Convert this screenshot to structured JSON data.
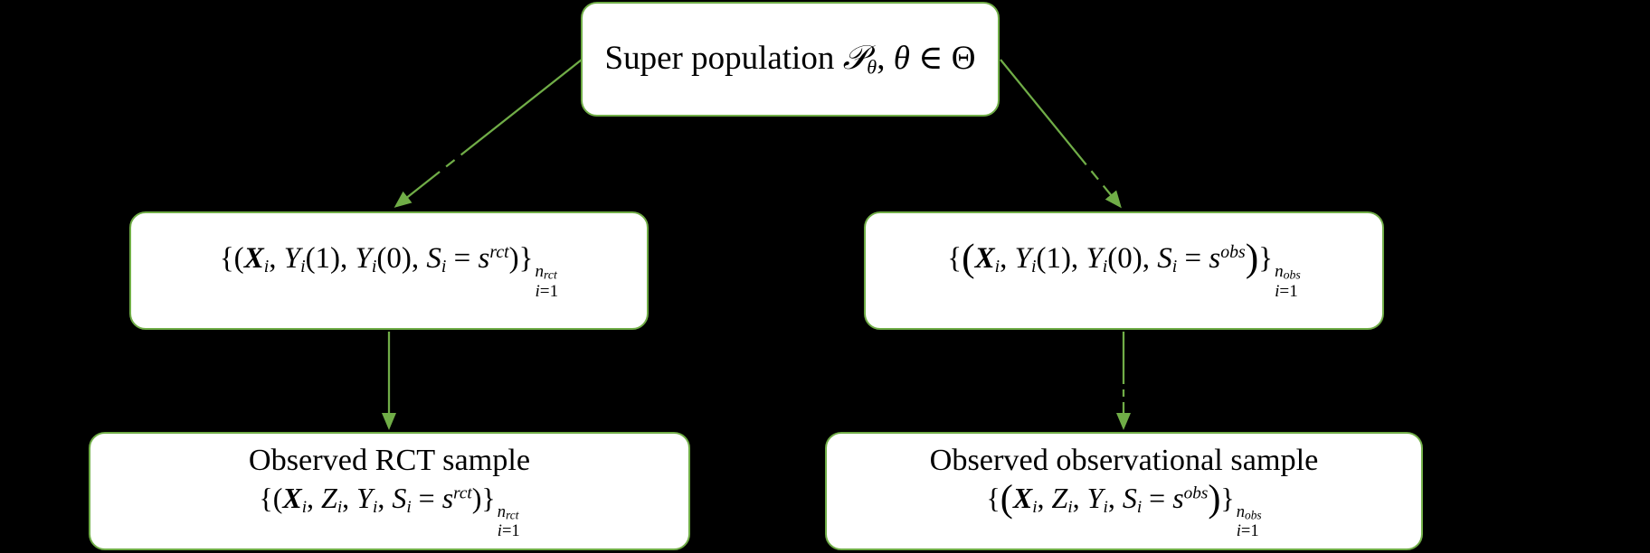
{
  "theme": {
    "background": "#000000",
    "box_fill": "#ffffff",
    "green": "#70AD47",
    "text": "#000000"
  },
  "nodes": {
    "super_population": {
      "math": [
        {
          "t": "Super population ",
          "s": "up"
        },
        {
          "t": "𝒫",
          "s": "it"
        },
        {
          "t": "θ",
          "s": "it",
          "m": "sub"
        },
        {
          "t": ", ",
          "s": "up"
        },
        {
          "t": "θ",
          "s": "it"
        },
        {
          "t": " ∈ ",
          "s": "up"
        },
        {
          "t": "Θ",
          "s": "up"
        }
      ]
    },
    "rct_sample": {
      "math": [
        {
          "t": "{(",
          "s": "up"
        },
        {
          "t": "X",
          "s": "bi"
        },
        {
          "t": "i",
          "s": "it",
          "m": "sub"
        },
        {
          "t": ", ",
          "s": "up"
        },
        {
          "t": "Y",
          "s": "it"
        },
        {
          "t": "i",
          "s": "it",
          "m": "sub"
        },
        {
          "t": "(1), ",
          "s": "up"
        },
        {
          "t": "Y",
          "s": "it"
        },
        {
          "t": "i",
          "s": "it",
          "m": "sub"
        },
        {
          "t": "(0), ",
          "s": "up"
        },
        {
          "t": "S",
          "s": "it"
        },
        {
          "t": "i",
          "s": "it",
          "m": "sub"
        },
        {
          "t": " = ",
          "s": "up"
        },
        {
          "t": "s",
          "s": "it"
        },
        {
          "t": "rct",
          "s": "it",
          "m": "sup"
        },
        {
          "t": ")}",
          "s": "up"
        },
        {
          "stk": {
            "t": [
              {
                "t": "n",
                "s": "it"
              },
              {
                "t": "rct",
                "s": "it",
                "m": "sub"
              }
            ],
            "b": [
              {
                "t": "i",
                "s": "it"
              },
              {
                "t": "=1",
                "s": "up"
              }
            ]
          }
        }
      ]
    },
    "obs_sample": {
      "math": [
        {
          "t": "{",
          "s": "up"
        },
        {
          "t": "(",
          "s": "up",
          "big": true
        },
        {
          "t": "X",
          "s": "bi"
        },
        {
          "t": "i",
          "s": "it",
          "m": "sub"
        },
        {
          "t": ", ",
          "s": "up"
        },
        {
          "t": "Y",
          "s": "it"
        },
        {
          "t": "i",
          "s": "it",
          "m": "sub"
        },
        {
          "t": "(1), ",
          "s": "up"
        },
        {
          "t": "Y",
          "s": "it"
        },
        {
          "t": "i",
          "s": "it",
          "m": "sub"
        },
        {
          "t": "(0), ",
          "s": "up"
        },
        {
          "t": "S",
          "s": "it"
        },
        {
          "t": "i",
          "s": "it",
          "m": "sub"
        },
        {
          "t": " = ",
          "s": "up"
        },
        {
          "t": "s",
          "s": "it"
        },
        {
          "t": "obs",
          "s": "it",
          "m": "sup"
        },
        {
          "t": ")",
          "s": "up",
          "big": true
        },
        {
          "t": "}",
          "s": "up"
        },
        {
          "stk": {
            "t": [
              {
                "t": "n",
                "s": "it"
              },
              {
                "t": "obs",
                "s": "it",
                "m": "sub"
              }
            ],
            "b": [
              {
                "t": "i",
                "s": "it"
              },
              {
                "t": "=1",
                "s": "up"
              }
            ]
          }
        }
      ]
    },
    "rct_observed": {
      "title": "Observed RCT sample",
      "math": [
        {
          "t": "{(",
          "s": "up"
        },
        {
          "t": "X",
          "s": "bi"
        },
        {
          "t": "i",
          "s": "it",
          "m": "sub"
        },
        {
          "t": ", ",
          "s": "up"
        },
        {
          "t": "Z",
          "s": "it"
        },
        {
          "t": "i",
          "s": "it",
          "m": "sub"
        },
        {
          "t": ", ",
          "s": "up"
        },
        {
          "t": "Y",
          "s": "it"
        },
        {
          "t": "i",
          "s": "it",
          "m": "sub"
        },
        {
          "t": ", ",
          "s": "up"
        },
        {
          "t": "S",
          "s": "it"
        },
        {
          "t": "i",
          "s": "it",
          "m": "sub"
        },
        {
          "t": " = ",
          "s": "up"
        },
        {
          "t": "s",
          "s": "it"
        },
        {
          "t": "rct",
          "s": "it",
          "m": "sup"
        },
        {
          "t": ")}",
          "s": "up"
        },
        {
          "stk": {
            "t": [
              {
                "t": "n",
                "s": "it"
              },
              {
                "t": "rct",
                "s": "it",
                "m": "sub"
              }
            ],
            "b": [
              {
                "t": "i",
                "s": "it"
              },
              {
                "t": "=1",
                "s": "up"
              }
            ]
          }
        }
      ]
    },
    "obs_observed": {
      "title": "Observed observational sample",
      "math": [
        {
          "t": "{",
          "s": "up"
        },
        {
          "t": "(",
          "s": "up",
          "big": true
        },
        {
          "t": "X",
          "s": "bi"
        },
        {
          "t": "i",
          "s": "it",
          "m": "sub"
        },
        {
          "t": ", ",
          "s": "up"
        },
        {
          "t": "Z",
          "s": "it"
        },
        {
          "t": "i",
          "s": "it",
          "m": "sub"
        },
        {
          "t": ", ",
          "s": "up"
        },
        {
          "t": "Y",
          "s": "it"
        },
        {
          "t": "i",
          "s": "it",
          "m": "sub"
        },
        {
          "t": ", ",
          "s": "up"
        },
        {
          "t": "S",
          "s": "it"
        },
        {
          "t": "i",
          "s": "it",
          "m": "sub"
        },
        {
          "t": " = ",
          "s": "up"
        },
        {
          "t": "s",
          "s": "it"
        },
        {
          "t": "obs",
          "s": "it",
          "m": "sup"
        },
        {
          "t": ")",
          "s": "up",
          "big": true
        },
        {
          "t": "}",
          "s": "up"
        },
        {
          "stk": {
            "t": [
              {
                "t": "n",
                "s": "it"
              },
              {
                "t": "obs",
                "s": "it",
                "m": "sub"
              }
            ],
            "b": [
              {
                "t": "i",
                "s": "it"
              },
              {
                "t": "=1",
                "s": "up"
              }
            ]
          }
        }
      ]
    }
  }
}
